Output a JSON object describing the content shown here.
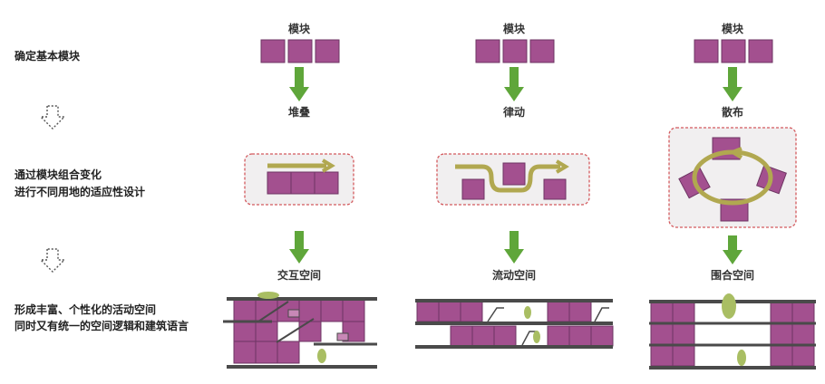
{
  "colors": {
    "module": "#a3508f",
    "module_border": "#6e3563",
    "arrow": "#5fa63a",
    "flow": "#b1a850",
    "dashed": "#d3595d",
    "box_fill": "#f1eff0",
    "building_line": "#4a4a4a",
    "greenery": "#a9be63"
  },
  "left_labels": {
    "step1": "确定基本模块",
    "step2_line1": "通过模块组合变化",
    "step2_line2": "进行不同用地的适应性设计",
    "step3_line1": "形成丰富、个性化的活动空间",
    "step3_line2": "同时又有统一的空间逻辑和建筑语言"
  },
  "columns": [
    {
      "module_label": "模块",
      "operation": "堆叠",
      "space": "交互空间"
    },
    {
      "module_label": "模块",
      "operation": "律动",
      "space": "流动空间"
    },
    {
      "module_label": "模块",
      "operation": "散布",
      "space": "围合空间"
    }
  ],
  "icons": {
    "flow_down": "dotted-down-arrow-icon",
    "step_arrow": "green-down-arrow-icon"
  }
}
